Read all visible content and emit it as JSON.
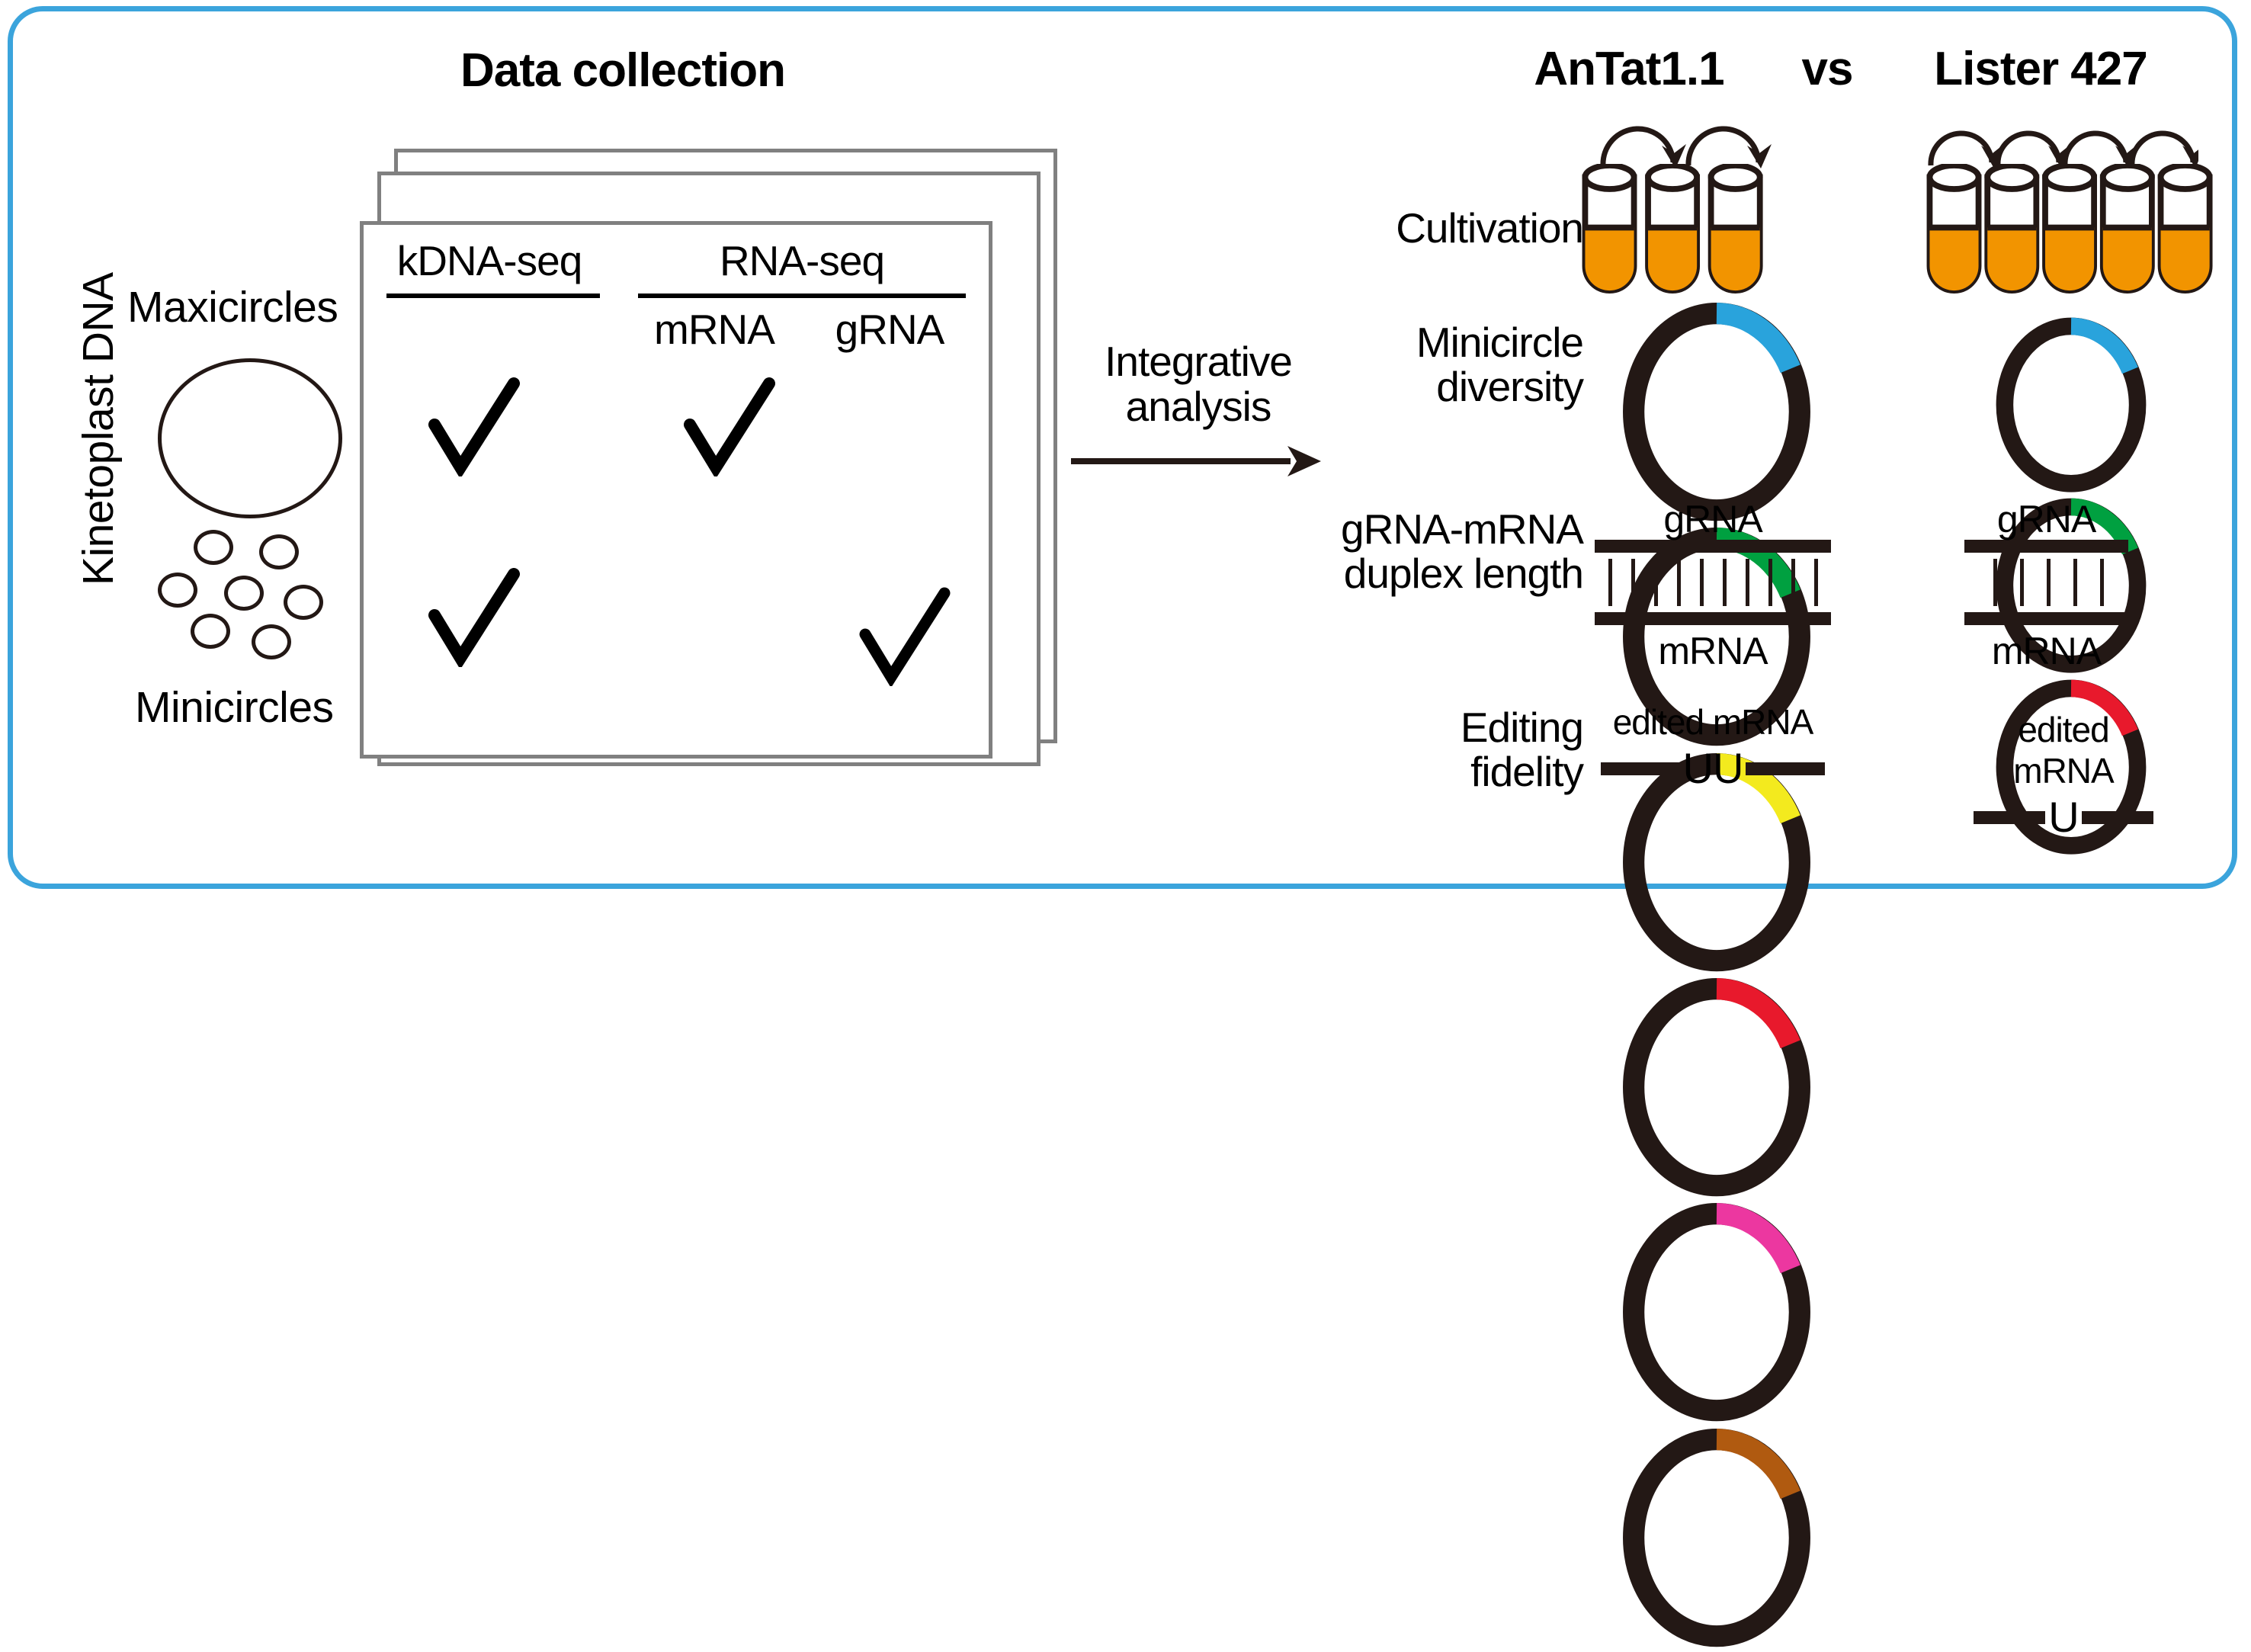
{
  "figure": {
    "border_color": "#3ba4dc",
    "ink_color": "#231815",
    "card_border_color": "#808080",
    "tube_fill_color": "#f29400"
  },
  "left_panel": {
    "axis_label": "Kinetoplast DNA",
    "maxicircles_label": "Maxicircles",
    "minicircles_label": "Minicircles",
    "maxicircle_count": 1,
    "minicircle_count": 7
  },
  "data_collection": {
    "title": "Data collection",
    "card_count": 3,
    "columns": [
      {
        "header": "kDNA-seq",
        "sub": ""
      },
      {
        "header": "RNA-seq",
        "sub": "mRNA"
      },
      {
        "header": "RNA-seq",
        "sub": "gRNA"
      }
    ],
    "headers": {
      "kdna": "kDNA-seq",
      "rna": "RNA-seq",
      "mrna": "mRNA",
      "grna": "gRNA"
    },
    "checkmark_glyph": "check-mark",
    "rows": [
      {
        "kdna_seq": true,
        "mrna": true,
        "grna": false
      },
      {
        "kdna_seq": true,
        "mrna": false,
        "grna": true
      }
    ]
  },
  "transition": {
    "label_line1": "Integrative",
    "label_line2": "analysis",
    "arrow": "right-arrow"
  },
  "comparison": {
    "strain_a": "AnTat1.1",
    "separator": "vs",
    "strain_b": "Lister 427",
    "rows": [
      {
        "label_line1": "Cultivation",
        "label_line2": "",
        "a": {
          "tubes": 3,
          "arrows": 2
        },
        "b": {
          "tubes": 5,
          "arrows": 4
        }
      },
      {
        "label_line1": "Minicircle",
        "label_line2": "diversity",
        "a": {
          "circles": 6,
          "arc_colors": [
            "#29a3dc",
            "#00a040",
            "#f3ea1e",
            "#e8192c",
            "#ec37a0",
            "#b05a10"
          ]
        },
        "b": {
          "circles": 3,
          "arc_colors": [
            "#29a3dc",
            "#00a040",
            "#e8192c"
          ]
        }
      },
      {
        "label_line1": "gRNA-mRNA",
        "label_line2": "duplex length",
        "top_label": "gRNA",
        "bottom_label": "mRNA",
        "a": {
          "base_pairs": 10
        },
        "b": {
          "base_pairs": 5
        }
      },
      {
        "label_line1": "Editing",
        "label_line2": "fidelity",
        "top_label": "edited mRNA",
        "a": {
          "inserted_us": "UU"
        },
        "b": {
          "inserted_us": "U"
        }
      }
    ]
  }
}
